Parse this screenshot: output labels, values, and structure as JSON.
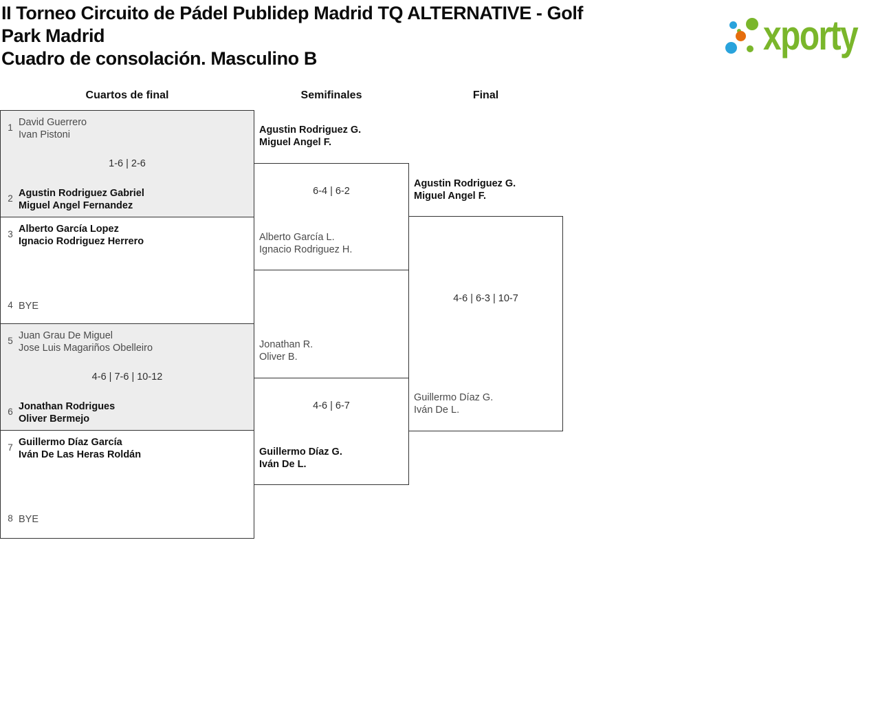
{
  "header": {
    "title_line1": "II Torneo Circuito de Pádel Publidep Madrid TQ ALTERNATIVE - Golf",
    "title_line2": "Park Madrid",
    "subtitle": "Cuadro de consolación. Masculino B"
  },
  "logo": {
    "wordmark": "xporty",
    "colors": {
      "green": "#7ab62b",
      "blue": "#29a3dc",
      "orange": "#e56d0d"
    }
  },
  "bracket_colors": {
    "box_fill_alt": "#ededed",
    "box_fill": "#ffffff",
    "border": "#333333"
  },
  "round_headers": [
    {
      "label": "Cuartos de final"
    },
    {
      "label": "Semifinales"
    },
    {
      "label": "Final"
    }
  ],
  "quarterfinals": [
    {
      "seed_top": "1",
      "team_top_line1": "David Guerrero",
      "team_top_line2": "Ivan Pistoni",
      "score": "1-6 | 2-6",
      "seed_bottom": "2",
      "team_bottom_line1": "Agustin Rodriguez Gabriel",
      "team_bottom_line2": "Miguel Angel Fernandez",
      "winner": "bottom"
    },
    {
      "seed_top": "3",
      "team_top_line1": "Alberto García Lopez",
      "team_top_line2": "Ignacio Rodriguez Herrero",
      "score": "",
      "seed_bottom": "4",
      "team_bottom_line1": "BYE",
      "team_bottom_line2": "",
      "winner": "top"
    },
    {
      "seed_top": "5",
      "team_top_line1": "Juan Grau De Miguel",
      "team_top_line2": "Jose Luis Magariños Obelleiro",
      "score": "4-6 | 7-6 | 10-12",
      "seed_bottom": "6",
      "team_bottom_line1": "Jonathan Rodrigues",
      "team_bottom_line2": "Oliver Bermejo",
      "winner": "bottom"
    },
    {
      "seed_top": "7",
      "team_top_line1": "Guillermo Díaz García",
      "team_top_line2": "Iván De Las Heras Roldán",
      "score": "",
      "seed_bottom": "8",
      "team_bottom_line1": "BYE",
      "team_bottom_line2": "",
      "winner": "top"
    }
  ],
  "semifinals": [
    {
      "team_top_line1": "Agustin Rodriguez G.",
      "team_top_line2": "Miguel Angel F.",
      "score": "6-4 | 6-2",
      "team_bottom_line1": "Alberto García L.",
      "team_bottom_line2": "Ignacio Rodriguez H.",
      "winner": "top"
    },
    {
      "team_top_line1": "Jonathan R.",
      "team_top_line2": "Oliver B.",
      "score": "4-6 | 6-7",
      "team_bottom_line1": "Guillermo Díaz G.",
      "team_bottom_line2": "Iván De L.",
      "winner": "bottom"
    }
  ],
  "final": {
    "team_top_line1": "Agustin Rodriguez G.",
    "team_top_line2": "Miguel Angel F.",
    "score": "4-6 | 6-3 | 10-7",
    "team_bottom_line1": "Guillermo Díaz G.",
    "team_bottom_line2": "Iván De L.",
    "winner": "top"
  }
}
